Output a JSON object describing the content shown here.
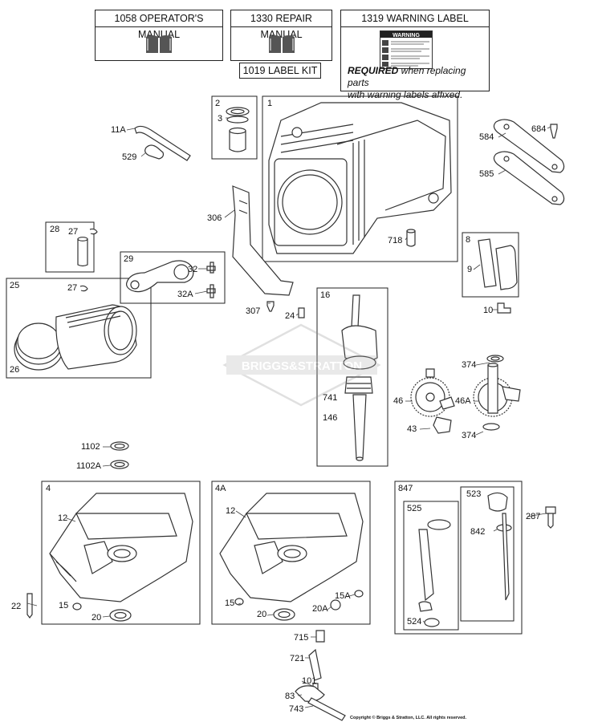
{
  "header": {
    "operators_manual": "1058 OPERATOR'S MANUAL",
    "repair_manual": "1330 REPAIR MANUAL",
    "warning_label": "1319 WARNING LABEL",
    "label_kit": "1019 LABEL KIT",
    "sticker_title": "WARNING",
    "note_bold": "REQUIRED",
    "note_rest_1": " when replacing parts",
    "note_rest_2": "with warning labels affixed."
  },
  "watermark": "BRIGGS&STRATTON",
  "copyright": "Copyright © Briggs & Stratton, LLC. All rights reserved.",
  "groups": {
    "g2": "2",
    "g1": "1",
    "g28": "28",
    "g29": "29",
    "g25": "25",
    "g16": "16",
    "g8": "8",
    "g4": "4",
    "g4a": "4A",
    "g847": "847",
    "g523": "523",
    "g525": "525"
  },
  "parts": {
    "p11a": "11A",
    "p529": "529",
    "p3": "3",
    "p584": "584",
    "p684": "684",
    "p585": "585",
    "p306": "306",
    "p718": "718",
    "p27a": "27",
    "p32": "32",
    "p32a": "32A",
    "p9": "9",
    "p27b": "27",
    "p307": "307",
    "p24": "24",
    "p10": "10",
    "p26": "26",
    "p374a": "374",
    "p46": "46",
    "p46a": "46A",
    "p741": "741",
    "p146": "146",
    "p43": "43",
    "p374b": "374",
    "p1102": "1102",
    "p1102a": "1102A",
    "p12a": "12",
    "p12b": "12",
    "p287": "287",
    "p842": "842",
    "p22": "22",
    "p15a": "15",
    "p20a": "20",
    "p15b": "15",
    "p20b": "20",
    "p20A": "20A",
    "p15A": "15A",
    "p524": "524",
    "p715": "715",
    "p721": "721",
    "p101": "101",
    "p83": "83",
    "p743": "743"
  }
}
